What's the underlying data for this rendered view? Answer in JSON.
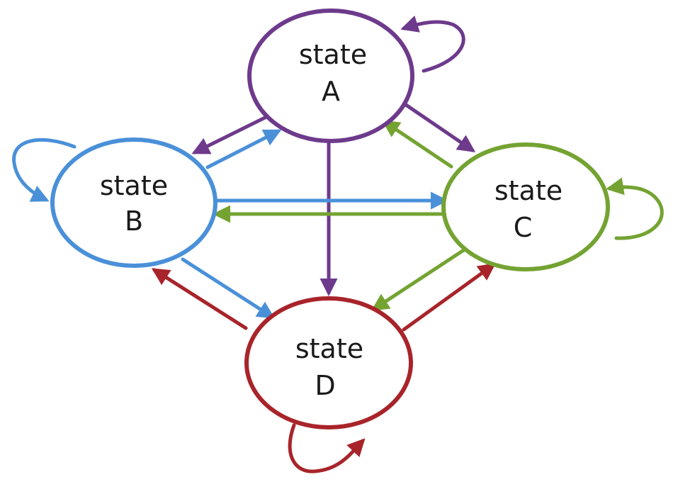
{
  "states": [
    {
      "id": "A",
      "label_line1": "state",
      "label_line2": "A",
      "color": "#6d3a8c"
    },
    {
      "id": "B",
      "label_line1": "state",
      "label_line2": "B",
      "color": "#4a90d9"
    },
    {
      "id": "C",
      "label_line1": "state",
      "label_line2": "C",
      "color": "#74a332"
    },
    {
      "id": "D",
      "label_line1": "state",
      "label_line2": "D",
      "color": "#a8242a"
    }
  ],
  "transitions": [
    {
      "from": "A",
      "to": "A"
    },
    {
      "from": "A",
      "to": "B"
    },
    {
      "from": "A",
      "to": "C"
    },
    {
      "from": "A",
      "to": "D"
    },
    {
      "from": "B",
      "to": "B"
    },
    {
      "from": "B",
      "to": "A"
    },
    {
      "from": "B",
      "to": "C"
    },
    {
      "from": "B",
      "to": "D"
    },
    {
      "from": "C",
      "to": "C"
    },
    {
      "from": "C",
      "to": "A"
    },
    {
      "from": "C",
      "to": "B"
    },
    {
      "from": "C",
      "to": "D"
    },
    {
      "from": "D",
      "to": "D"
    },
    {
      "from": "D",
      "to": "B"
    },
    {
      "from": "D",
      "to": "C"
    }
  ]
}
